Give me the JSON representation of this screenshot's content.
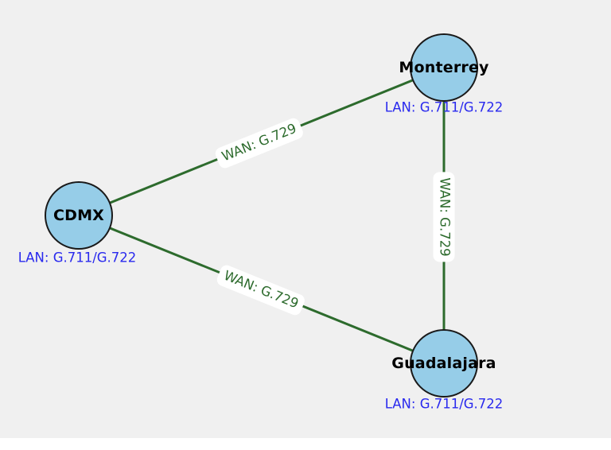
{
  "colors": {
    "background": "#f0f0f0",
    "node-fill": "#96cde8",
    "node-border": "#1a1a1a",
    "edge": "#2d6b2d",
    "lan-text": "#2929ee",
    "wan-text": "#2d6b2d",
    "node-text": "#000000",
    "edge-label-bg": "#ffffff"
  },
  "nodes": {
    "cdmx": {
      "label": "CDMX",
      "lan": "LAN: G.711/G.722"
    },
    "monterrey": {
      "label": "Monterrey",
      "lan": "LAN: G.711/G.722"
    },
    "guadalajara": {
      "label": "Guadalajara",
      "lan": "LAN: G.711/G.722"
    }
  },
  "edges": {
    "cdmx_monterrey": {
      "label": "WAN: G.729"
    },
    "cdmx_guadalajara": {
      "label": "WAN: G.729"
    },
    "monterrey_guadalajara": {
      "label": "WAN: G.729"
    }
  }
}
